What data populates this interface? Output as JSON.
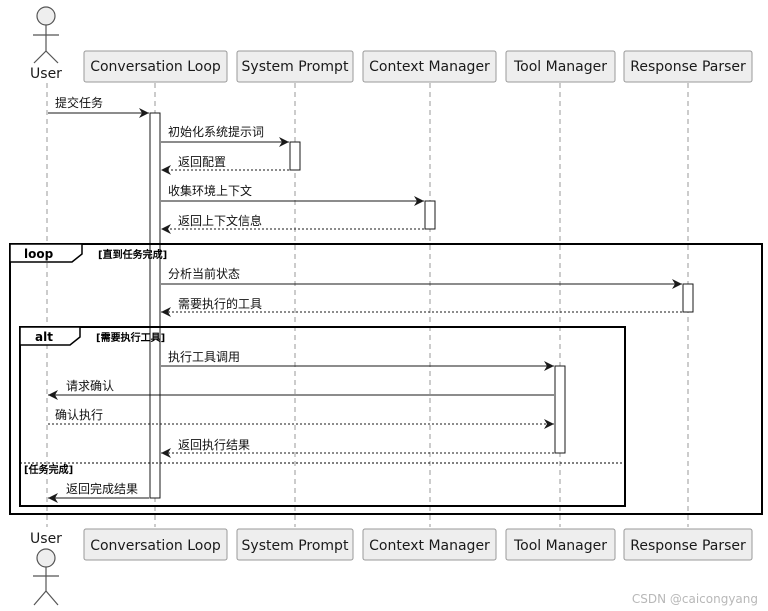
{
  "participants": {
    "user": "User",
    "loop": "Conversation Loop",
    "prompt": "System Prompt",
    "context": "Context Manager",
    "tool": "Tool Manager",
    "parser": "Response Parser"
  },
  "messages": {
    "m1": "提交任务",
    "m2": "初始化系统提示词",
    "m3": "返回配置",
    "m4": "收集环境上下文",
    "m5": "返回上下文信息",
    "m6": "分析当前状态",
    "m7": "需要执行的工具",
    "m8": "执行工具调用",
    "m9": "请求确认",
    "m10": "确认执行",
    "m11": "返回执行结果",
    "m12": "返回完成结果"
  },
  "fragments": {
    "loop_label": "loop",
    "loop_guard": "[直到任务完成]",
    "alt_label": "alt",
    "alt_guard": "[需要执行工具]",
    "else_guard": "[任务完成]"
  },
  "watermark": "CSDN @caicongyang"
}
